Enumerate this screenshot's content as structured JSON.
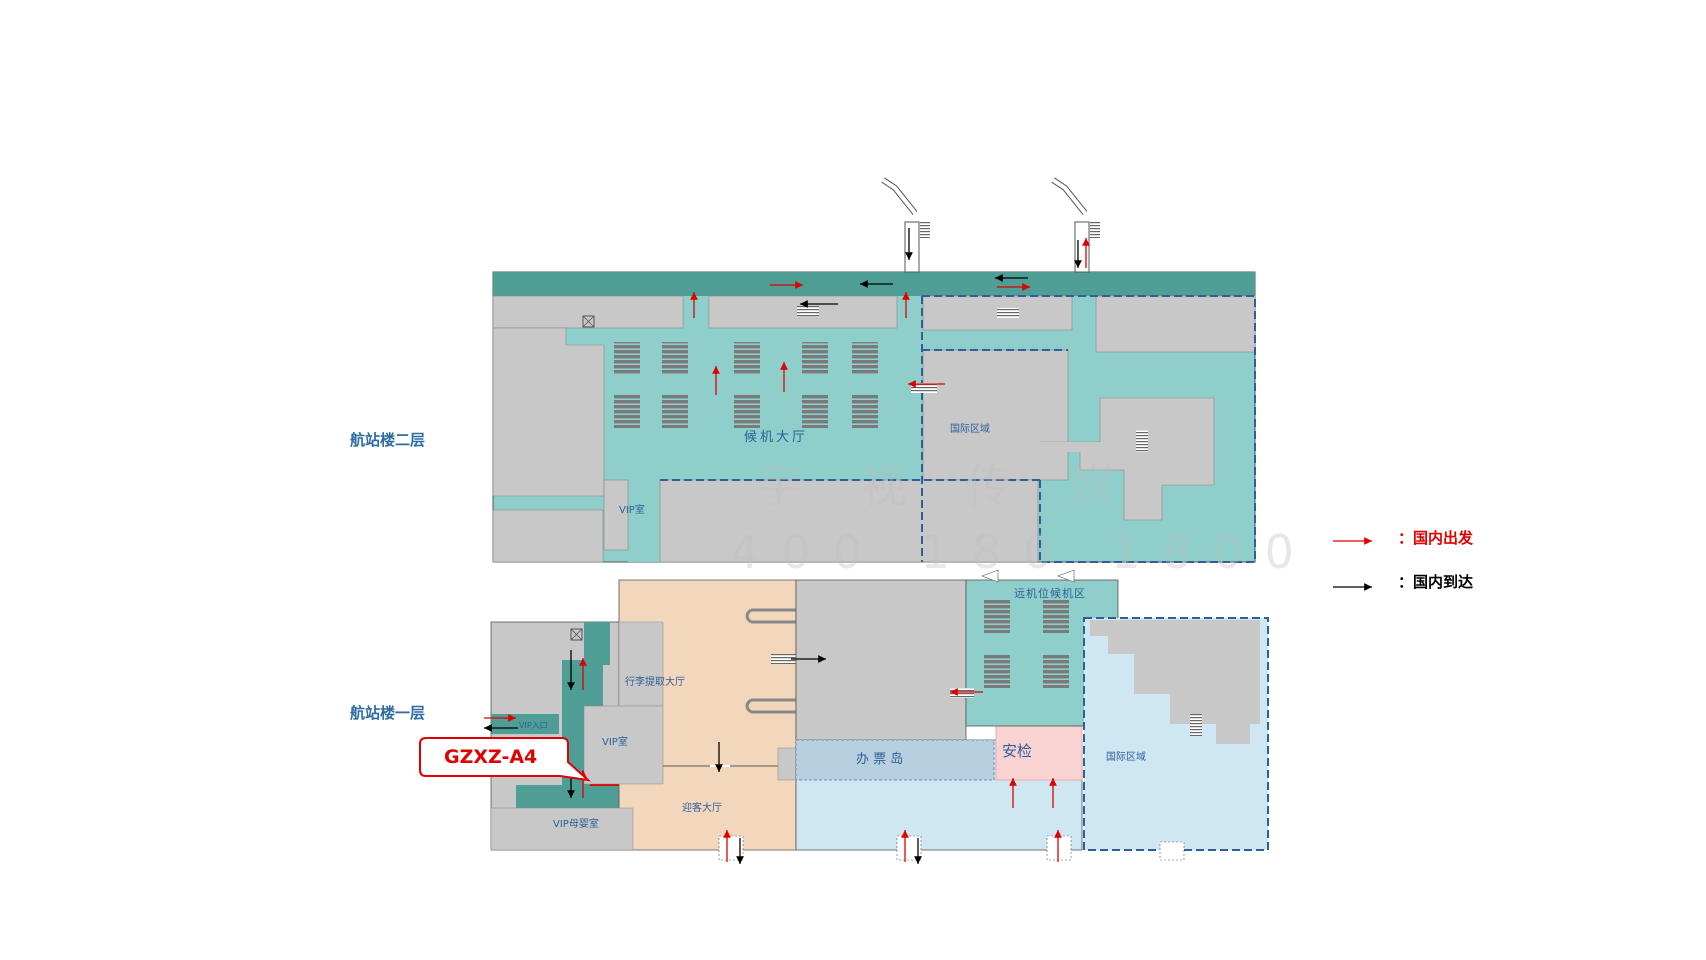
{
  "floors": {
    "upper": {
      "label": "航站楼二层"
    },
    "lower": {
      "label": "航站楼一层"
    }
  },
  "zones": {
    "waiting_hall": "候机大厅",
    "international_upper": "国际区域",
    "vip_room_upper": "VIP室",
    "remote_waiting": "远机位候机区",
    "baggage_claim": "行李提取大厅",
    "vip_entrance": "VIP入口",
    "vip_room_lower": "VIP室",
    "arrival_hall": "迎客大厅",
    "vip_nursery": "VIP母婴室",
    "ticket_island": "办 票 岛",
    "security": "安检",
    "international_lower": "国际区域"
  },
  "callout": {
    "label": "GZXZ-A4"
  },
  "legend": [
    {
      "text": "：国内出发",
      "color": "#e00000"
    },
    {
      "text": "：国内到达",
      "color": "#000000"
    }
  ],
  "watermark": {
    "line1": "宇 视 传 媒",
    "line2": "400 180 1800"
  },
  "colors": {
    "teal_dark": "#4e9e96",
    "teal_light": "#8ecfcc",
    "gray": "#c8c8c8",
    "peach": "#f3d7bd",
    "light_blue": "#cfe7f2",
    "pink": "#f9d2d2",
    "accent_red": "#e00000"
  }
}
